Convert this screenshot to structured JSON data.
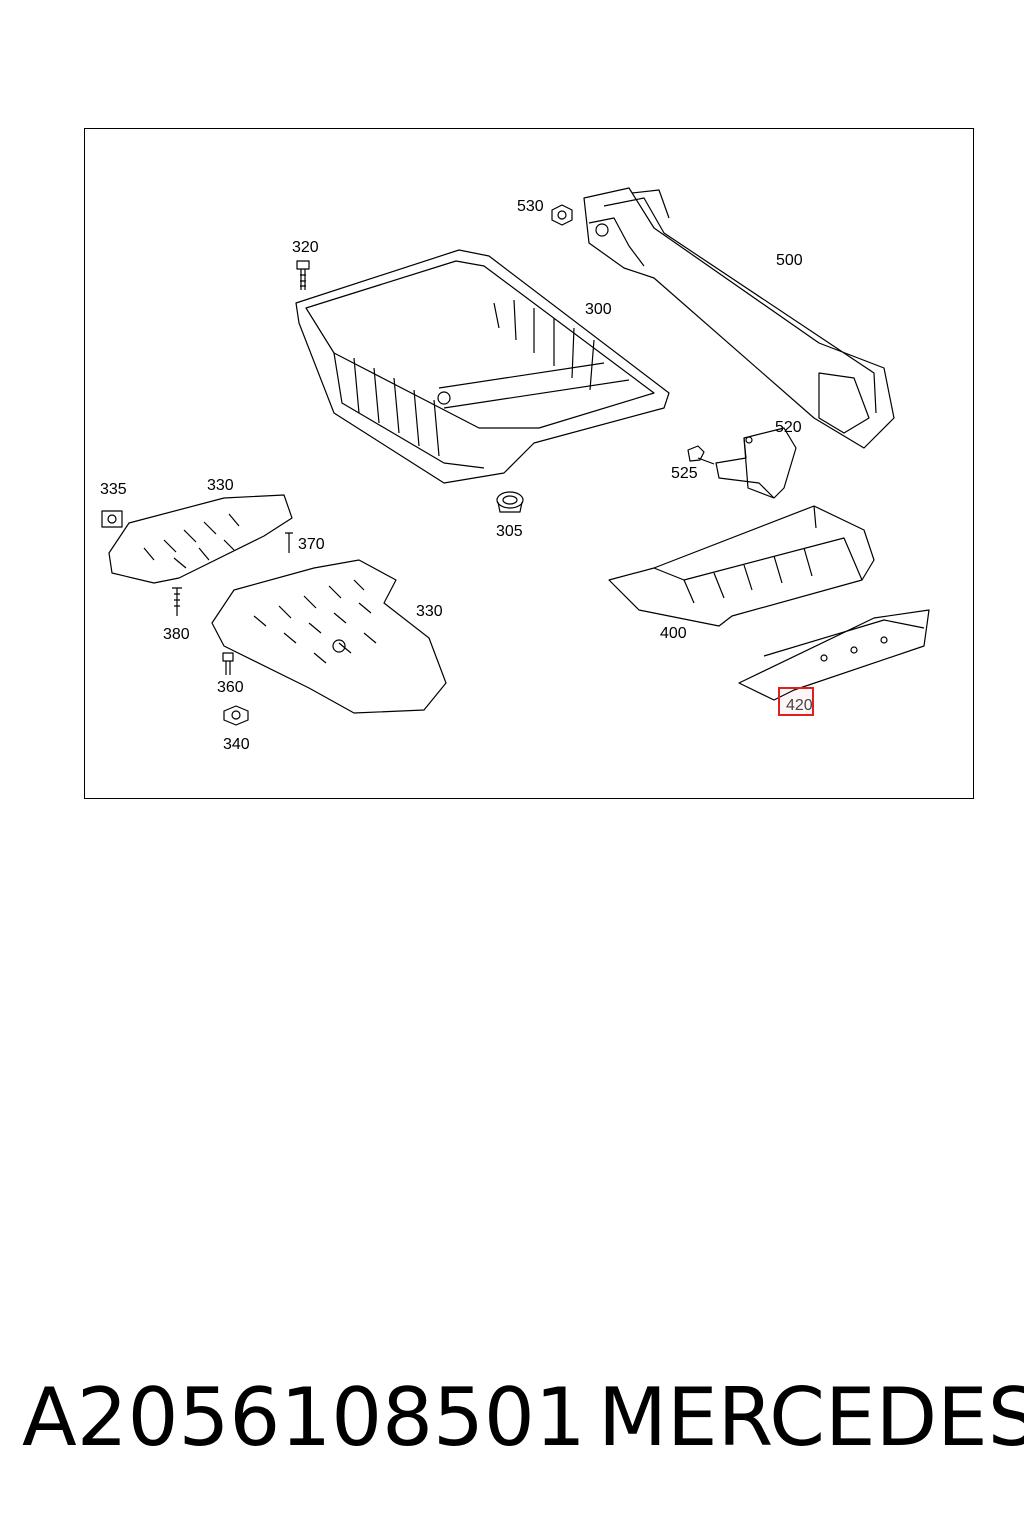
{
  "diagram": {
    "callouts": [
      {
        "id": "530",
        "label": "530"
      },
      {
        "id": "500",
        "label": "500"
      },
      {
        "id": "320",
        "label": "320"
      },
      {
        "id": "300",
        "label": "300"
      },
      {
        "id": "520",
        "label": "520"
      },
      {
        "id": "525",
        "label": "525"
      },
      {
        "id": "335",
        "label": "335"
      },
      {
        "id": "330a",
        "label": "330"
      },
      {
        "id": "305",
        "label": "305"
      },
      {
        "id": "370",
        "label": "370"
      },
      {
        "id": "330b",
        "label": "330"
      },
      {
        "id": "380",
        "label": "380"
      },
      {
        "id": "400",
        "label": "400"
      },
      {
        "id": "360",
        "label": "360"
      },
      {
        "id": "420",
        "label": "420",
        "highlighted": true
      },
      {
        "id": "340",
        "label": "340"
      }
    ],
    "highlight_color": "#e02020"
  },
  "footer": {
    "part_number": "A2056108501",
    "brand": "MERCEDES"
  }
}
